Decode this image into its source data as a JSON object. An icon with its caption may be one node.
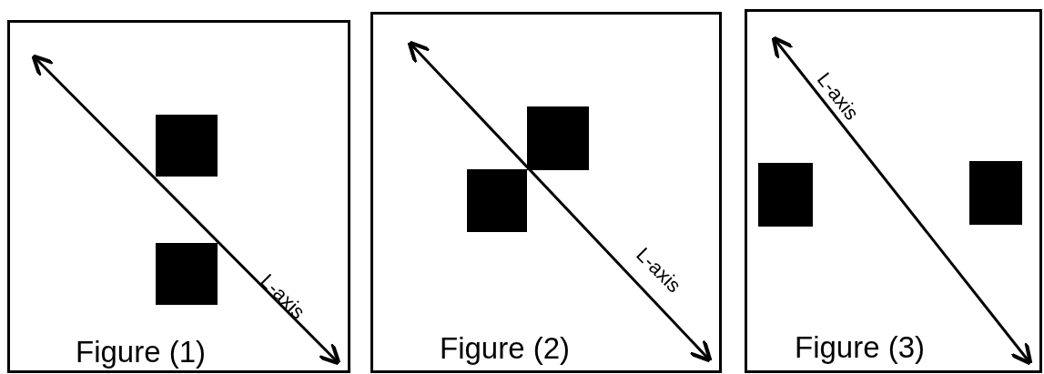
{
  "diagram": {
    "nodes": [
      {
        "text": [
          "Figure (1)"
        ]
      },
      {
        "text": [],
        "shape": "box",
        "in": 0
      },
      {
        "text": [],
        "shape": "box",
        "in": 0
      },
      {
        "text": [
          "Figure (2)"
        ]
      },
      {
        "text": [],
        "shape": "box",
        "in": 3
      },
      {
        "text": [],
        "shape": "box",
        "in": 3
      },
      {
        "text": [
          "Figure (3)"
        ]
      },
      {
        "text": [],
        "shape": "box",
        "in": 6
      },
      {
        "text": [],
        "shape": "box",
        "in": 6
      }
    ],
    "labels": [
      "L-axis",
      "L-axis",
      "L-axis"
    ]
  }
}
